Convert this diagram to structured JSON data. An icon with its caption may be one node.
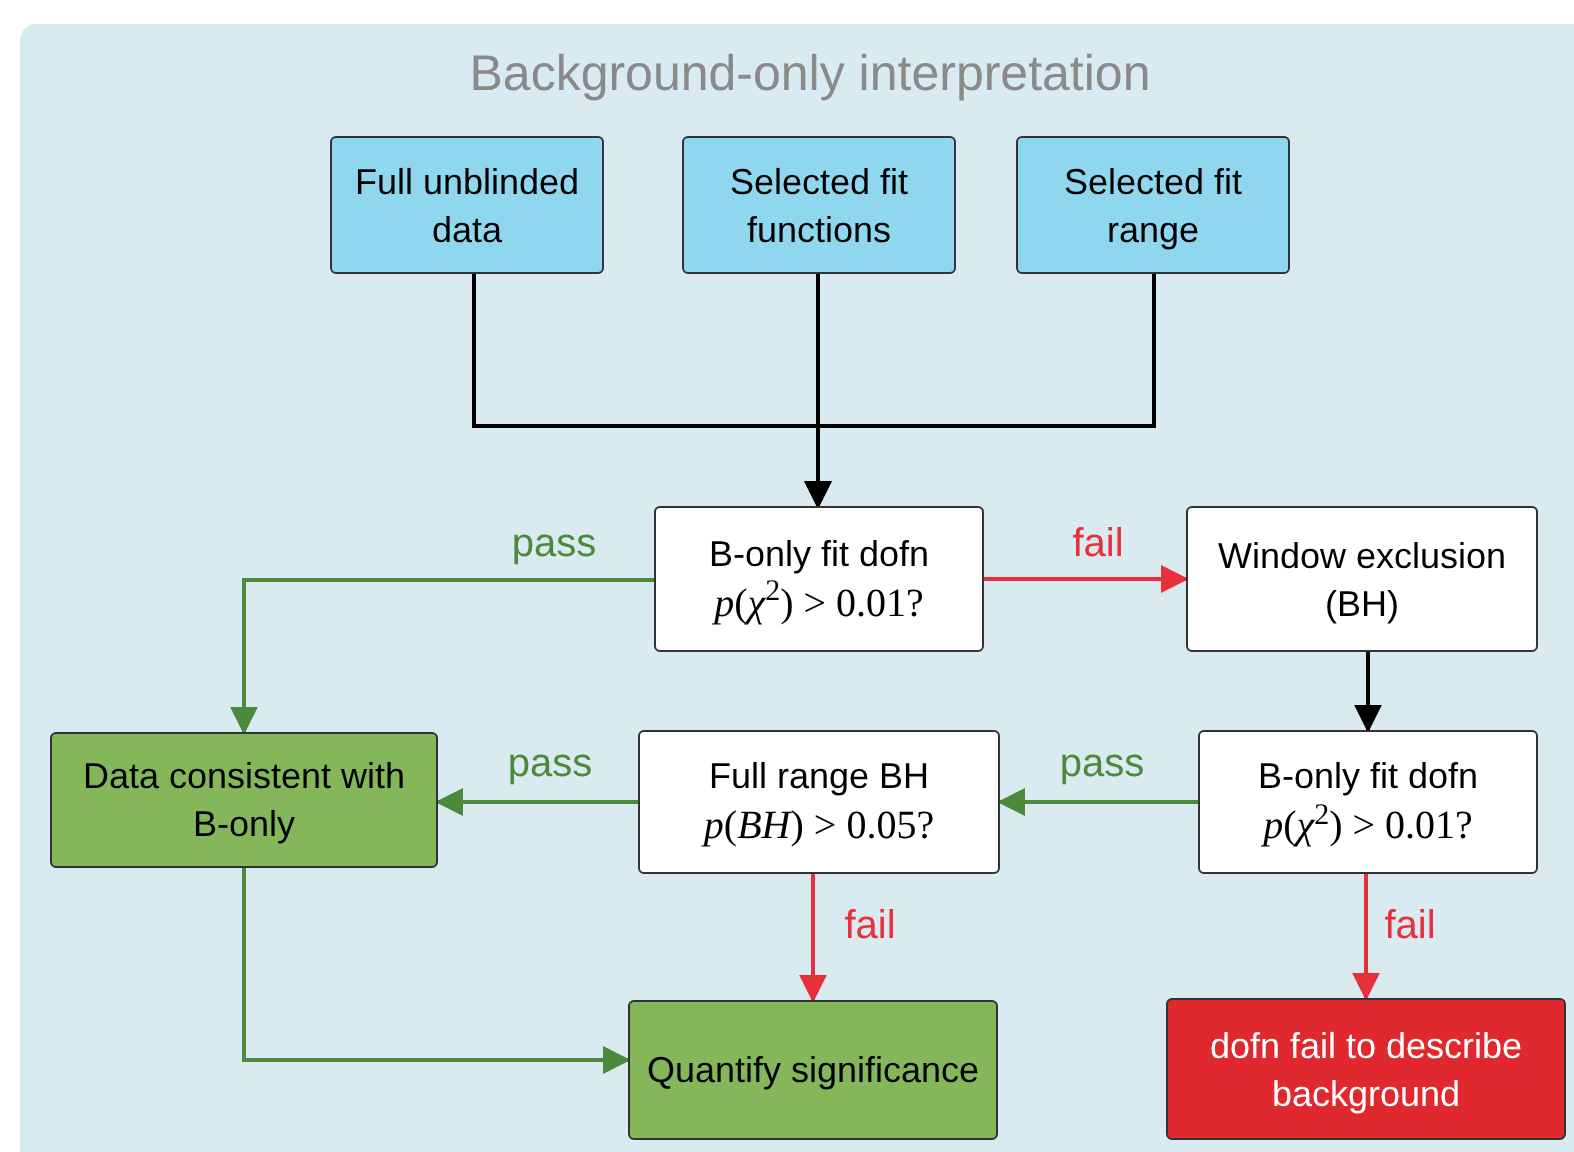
{
  "diagram": {
    "title": "Background-only interpretation",
    "nodes": [
      {
        "text": [
          "Full unblinded data"
        ]
      },
      {
        "text": [
          "Selected fit functions"
        ]
      },
      {
        "text": [
          "Selected fit range"
        ]
      },
      {
        "text": [
          "B-only fit dofn",
          "*p*(*χ*$^{2}$) > 0.01?"
        ]
      },
      {
        "text": [
          "Window exclusion (BH)"
        ]
      },
      {
        "text": [
          "Data consistent with B-only"
        ]
      },
      {
        "text": [
          "Full range BH",
          "*p*(*BH*) > 0.05?"
        ]
      },
      {
        "text": [
          "B-only fit dofn",
          "*p*(*χ*$^{2}$) > 0.01?"
        ]
      },
      {
        "text": [
          "Quantify significance"
        ]
      },
      {
        "text": [
          "dofn fail to describe background"
        ]
      }
    ],
    "edges": [
      {
        "from": 0,
        "to": 3,
        "arrow": "to"
      },
      {
        "from": 1,
        "to": 3,
        "arrow": "to"
      },
      {
        "from": 2,
        "to": 3,
        "arrow": "to"
      },
      {
        "from": 3,
        "to": 4,
        "arrow": "to",
        "label": "fail",
        "color": "#e8303a"
      },
      {
        "from": 3,
        "to": 5,
        "arrow": "to",
        "label": "pass",
        "color": "#4a8a3a"
      },
      {
        "from": 4,
        "to": 7,
        "arrow": "to"
      },
      {
        "from": 7,
        "to": 6,
        "arrow": "to",
        "label": "pass",
        "color": "#4a8a3a"
      },
      {
        "from": 6,
        "to": 5,
        "arrow": "to",
        "label": "pass",
        "color": "#4a8a3a"
      },
      {
        "from": 6,
        "to": 8,
        "arrow": "to",
        "label": "fail",
        "color": "#e8303a"
      },
      {
        "from": 7,
        "to": 9,
        "arrow": "to",
        "label": "fail",
        "color": "#e8303a"
      },
      {
        "from": 5,
        "to": 8,
        "arrow": "to",
        "color": "#4a8a3a"
      }
    ]
  }
}
